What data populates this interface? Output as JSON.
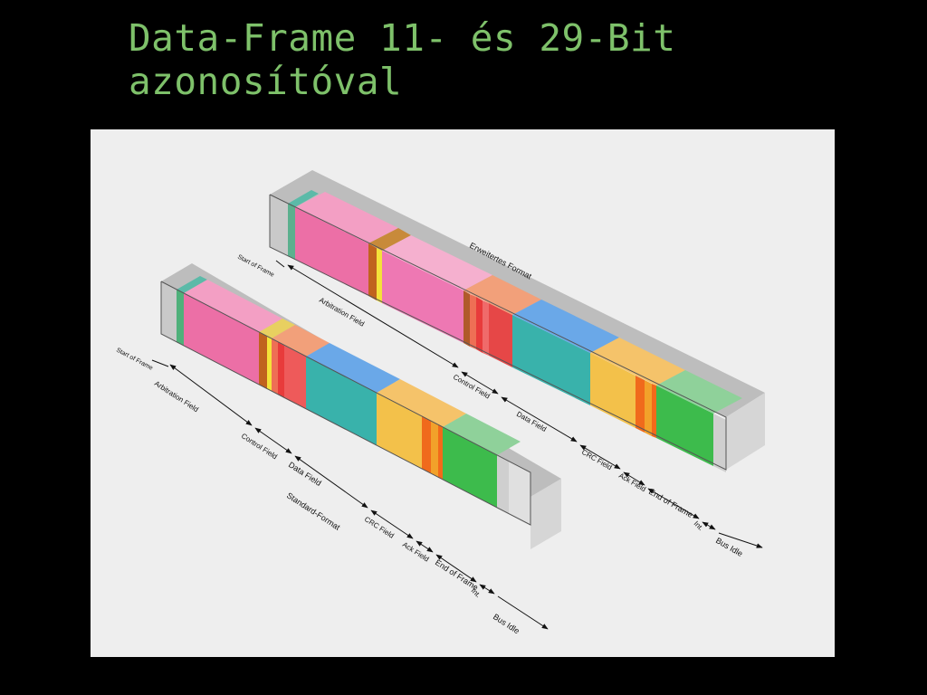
{
  "slide": {
    "title_line1": "Data-Frame 11- és 29-Bit",
    "title_line2": "azonosítóval"
  },
  "colors": {
    "title": "#7ec16a",
    "background": "#000000",
    "figure_bg": "#eeeeee"
  },
  "diagram": {
    "extended": {
      "format_label": "Erweitertes Format",
      "start_of_frame": "Start of Frame",
      "arbitration": "Arbitration Field",
      "control": "Control Field",
      "data": "Data Field",
      "crc": "CRC Field",
      "ack": "Ack Field",
      "eof": "End of Frame",
      "int": "Int.",
      "bus_idle": "Bus Idle"
    },
    "standard": {
      "start_of_frame": "Start of Frame",
      "arbitration": "Arbitration Field",
      "control": "Control Field",
      "data": "Data Field",
      "format_label": "Standard-Format",
      "crc": "CRC Field",
      "ack": "Ack Field",
      "eof": "End of Frame",
      "int": "Int.",
      "bus_idle": "Bus Idle"
    }
  }
}
